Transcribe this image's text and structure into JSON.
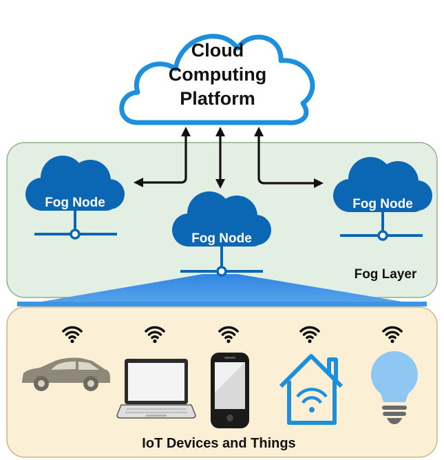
{
  "cloud": {
    "line1": "Cloud",
    "line2": "Computing",
    "line3": "Platform"
  },
  "fog_layer": {
    "label": "Fog Layer",
    "nodes": [
      {
        "label": "Fog Node"
      },
      {
        "label": "Fog Node"
      },
      {
        "label": "Fog Node"
      }
    ]
  },
  "iot_layer": {
    "label": "IoT Devices and Things",
    "devices": [
      "car-icon",
      "laptop-icon",
      "smartphone-icon",
      "smart-home-icon",
      "light-bulb-icon"
    ]
  },
  "colors": {
    "cloud_stroke": "#1e8fdc",
    "fog_blue": "#0b66b3",
    "fog_layer_fill": "#e3efe2",
    "iot_layer_fill": "#fbf0d6",
    "layer_stroke": "#8fb08a",
    "funnel": "#3f93e6"
  }
}
